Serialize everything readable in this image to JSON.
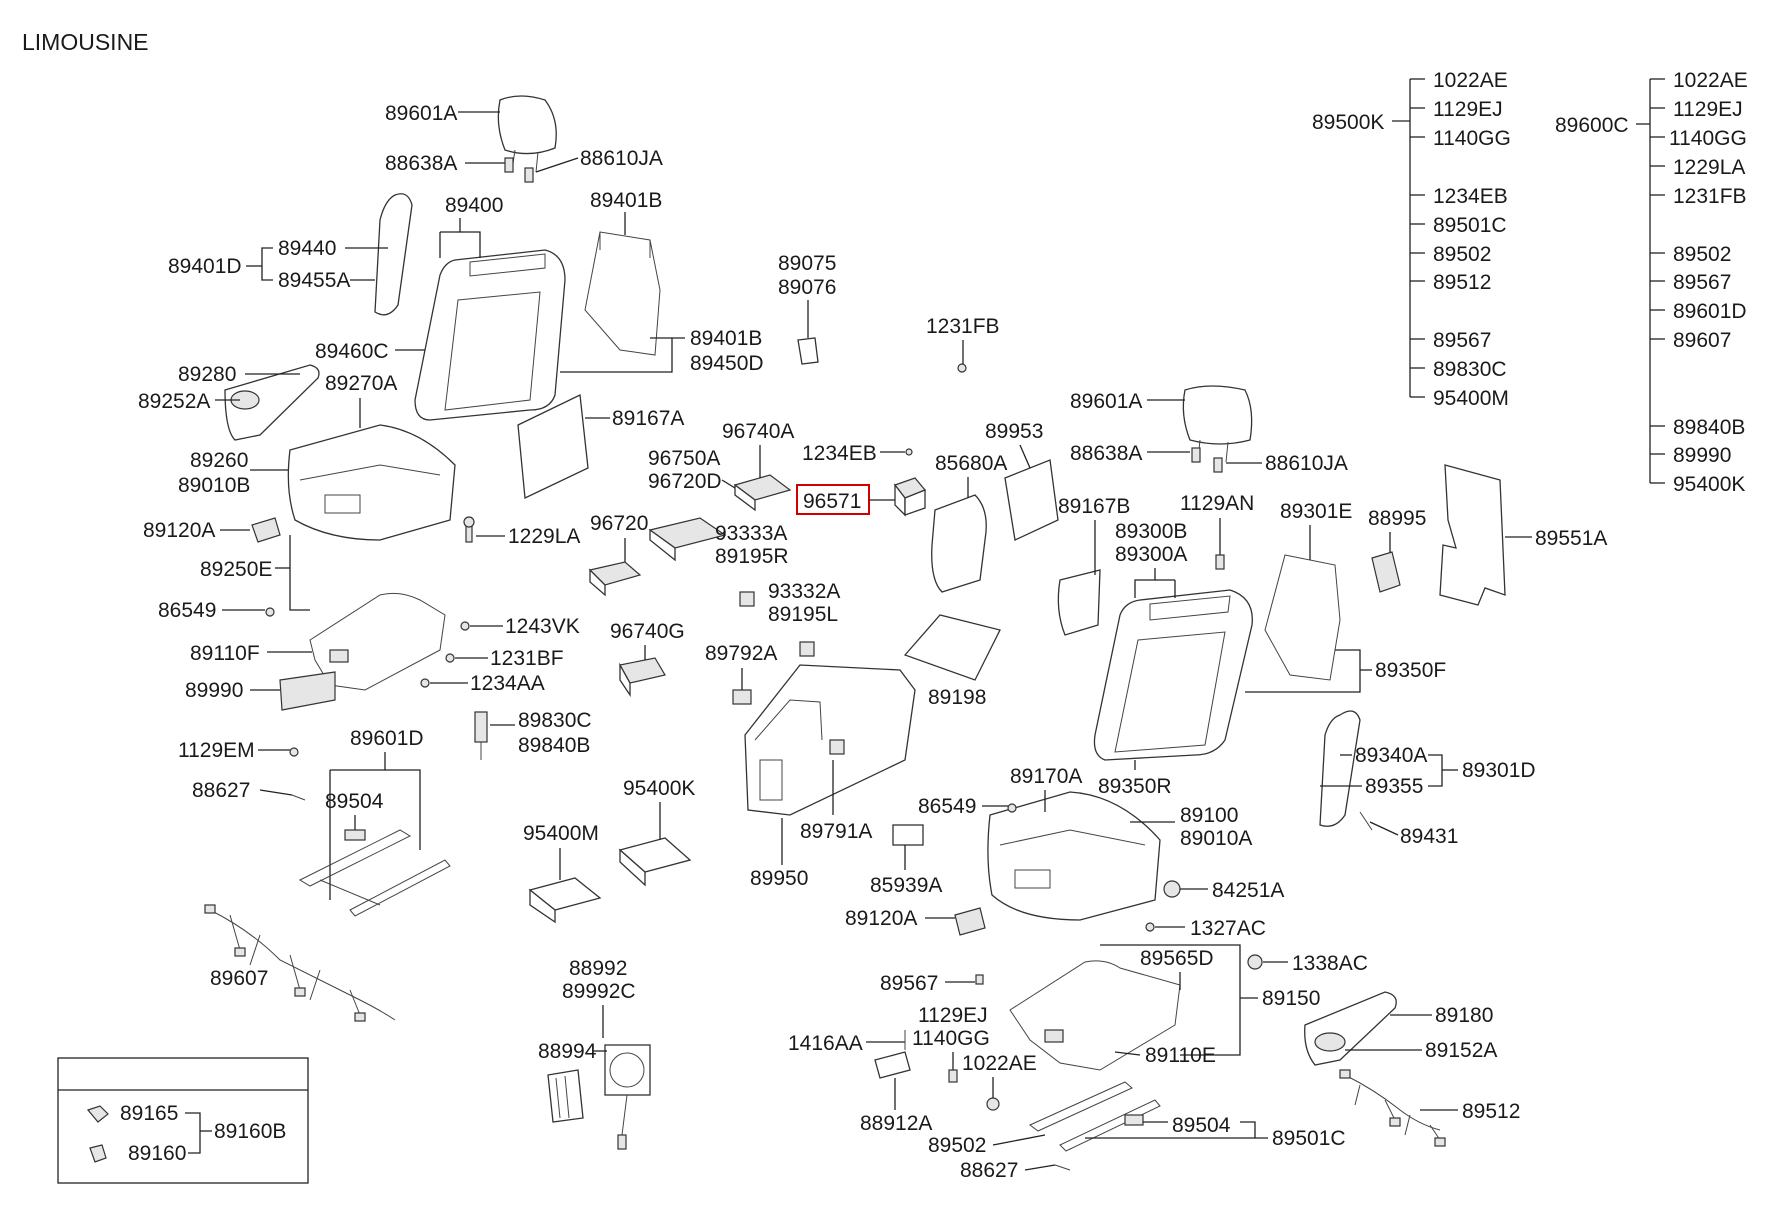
{
  "title": "LIMOUSINE",
  "highlight_color": "#d00000",
  "highlighted_part": "96571",
  "labels": {
    "p89601A_1": "89601A",
    "p88638A_1": "88638A",
    "p88610JA_1": "88610JA",
    "p89400": "89400",
    "p89401B": "89401B",
    "p89440": "89440",
    "p89401D": "89401D",
    "p89455A": "89455A",
    "p89075": "89075",
    "p89076": "89076",
    "p1231FB_1": "1231FB",
    "p89401B_2": "89401B",
    "p89450D": "89450D",
    "p89460C": "89460C",
    "p89280": "89280",
    "p89270A": "89270A",
    "p89252A": "89252A",
    "p89167A": "89167A",
    "p96740A": "96740A",
    "p1234EB": "1234EB",
    "p89953": "89953",
    "p85680A": "85680A",
    "p96750A": "96750A",
    "p96720D": "96720D",
    "p96571": "96571",
    "p89260": "89260",
    "p89010B": "89010B",
    "p89120A_1": "89120A",
    "p1229LA": "1229LA",
    "p96720": "96720",
    "p93333A": "93333A",
    "p89195R": "89195R",
    "p89250E": "89250E",
    "p93332A": "93332A",
    "p89195L": "89195L",
    "p86549_1": "86549",
    "p1243VK": "1243VK",
    "p96740G": "96740G",
    "p89110F": "89110F",
    "p1231BF": "1231BF",
    "p89792A": "89792A",
    "p89198": "89198",
    "p89990_1": "89990",
    "p1234AA": "1234AA",
    "p89830C": "89830C",
    "p89840B": "89840B",
    "p89601D": "89601D",
    "p1129EM": "1129EM",
    "p95400K": "95400K",
    "p88627_1": "88627",
    "p89504_1": "89504",
    "p95400M": "95400M",
    "p89791A": "89791A",
    "p89950": "89950",
    "p85939A": "85939A",
    "p89607": "89607",
    "p88992": "88992",
    "p89992C": "89992C",
    "p88994": "88994",
    "p89165": "89165",
    "p89160B": "89160B",
    "p89160": "89160",
    "p89500K": "89500K",
    "p89600C": "89600C",
    "p89601A_2": "89601A",
    "p88638A_2": "88638A",
    "p88610JA_2": "88610JA",
    "p89167B": "89167B",
    "p1129AN": "1129AN",
    "p89300B": "89300B",
    "p89300A": "89300A",
    "p89301E": "89301E",
    "p88995": "88995",
    "p89551A": "89551A",
    "p89350F": "89350F",
    "p89350R": "89350R",
    "p89340A": "89340A",
    "p89355": "89355",
    "p89301D": "89301D",
    "p89431": "89431",
    "p89170A": "89170A",
    "p86549_2": "86549",
    "p89100": "89100",
    "p89010A": "89010A",
    "p84251A": "84251A",
    "p89120A_2": "89120A",
    "p1327AC": "1327AC",
    "p89567_1": "89567",
    "p89565D": "89565D",
    "p1338AC": "1338AC",
    "p89150": "89150",
    "p1129EJ_1": "1129EJ",
    "p1140GG_1": "1140GG",
    "p1416AA": "1416AA",
    "p89110E": "89110E",
    "p1022AE_1": "1022AE",
    "p88912A": "88912A",
    "p89504_2": "89504",
    "p89501C_1": "89501C",
    "p89502_1": "89502",
    "p88627_2": "88627",
    "p89180": "89180",
    "p89152A": "89152A",
    "p89512_1": "89512"
  },
  "group_89500K": [
    "1022AE",
    "1129EJ",
    "1140GG",
    "1234EB",
    "89501C",
    "89502",
    "89512",
    "89567",
    "89830C",
    "95400M"
  ],
  "group_89600C": [
    "1022AE",
    "1129EJ",
    "1140GG",
    "1229LA",
    "1231FB",
    "89502",
    "89567",
    "89601D",
    "89607",
    "89840B",
    "89990",
    "95400K"
  ]
}
